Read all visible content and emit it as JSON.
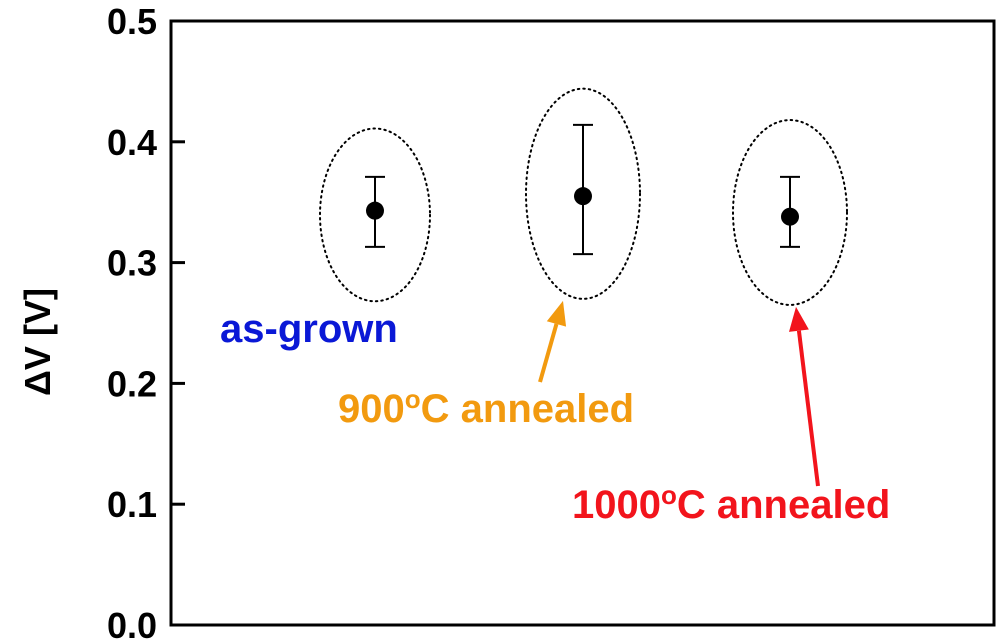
{
  "chart_data": {
    "type": "scatter",
    "title": "",
    "xlabel": "",
    "ylabel": "ΔV [V]",
    "ylim": [
      0.0,
      0.5
    ],
    "yticks": [
      "0.0",
      "0.1",
      "0.2",
      "0.3",
      "0.4",
      "0.5"
    ],
    "grid": false,
    "legend": "none",
    "points": [
      {
        "label": "as-grown",
        "y": 0.343,
        "err_low": 0.313,
        "err_high": 0.371,
        "ellipse_y": [
          0.268,
          0.411
        ]
      },
      {
        "label": "900°C annealed",
        "y": 0.355,
        "err_low": 0.307,
        "err_high": 0.414,
        "ellipse_y": [
          0.27,
          0.444
        ]
      },
      {
        "label": "1000°C annealed",
        "y": 0.338,
        "err_low": 0.313,
        "err_high": 0.371,
        "ellipse_y": [
          0.265,
          0.418
        ]
      }
    ],
    "annotations": [
      {
        "id": "as_grown",
        "main": "as-grown",
        "sup": "",
        "tail": "",
        "color": "#0a18d6"
      },
      {
        "id": "a900",
        "main": "900",
        "sup": "o",
        "tail": "C annealed",
        "color": "#f29a0f"
      },
      {
        "id": "a1000",
        "main": "1000",
        "sup": "o",
        "tail": "C annealed",
        "color": "#f2141c"
      }
    ]
  }
}
